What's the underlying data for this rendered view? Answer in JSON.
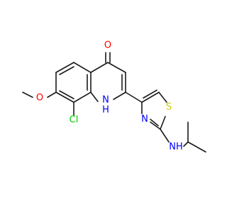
{
  "molecule": {
    "atoms": {
      "oxygen_carbonyl": {
        "label": "O",
        "color": "#ff0000"
      },
      "nitrogen_ring": {
        "label": "H",
        "sub": "N",
        "color": "#0000ff"
      },
      "chlorine": {
        "label": "Cl",
        "color": "#00cc00"
      },
      "oxygen_methoxy": {
        "label": "O",
        "color": "#ff0000"
      },
      "nitrogen_thiazole": {
        "label": "N",
        "color": "#0000ff"
      },
      "sulfur": {
        "label": "S",
        "color": "#cccc00"
      },
      "nitrogen_amine": {
        "label": "NH",
        "color": "#0000ff"
      }
    }
  }
}
